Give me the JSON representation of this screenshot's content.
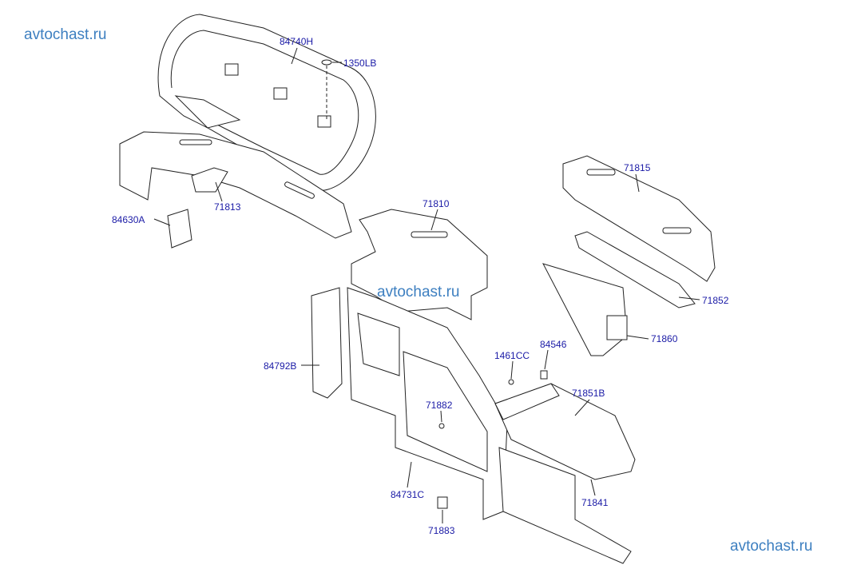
{
  "watermarks": [
    "avtochast.ru",
    "avtochast.ru",
    "avtochast.ru"
  ],
  "labels": {
    "p84740H": "84740H",
    "p1350LB": "1350LB",
    "p71813": "71813",
    "p84630A": "84630A",
    "p71810": "71810",
    "p71815": "71815",
    "p71852": "71852",
    "p71860": "71860",
    "p1461CC": "1461CC",
    "p84546": "84546",
    "p71851B": "71851B",
    "p84792B": "84792B",
    "p71882": "71882",
    "p84731C": "84731C",
    "p71883": "71883",
    "p71841": "71841"
  }
}
